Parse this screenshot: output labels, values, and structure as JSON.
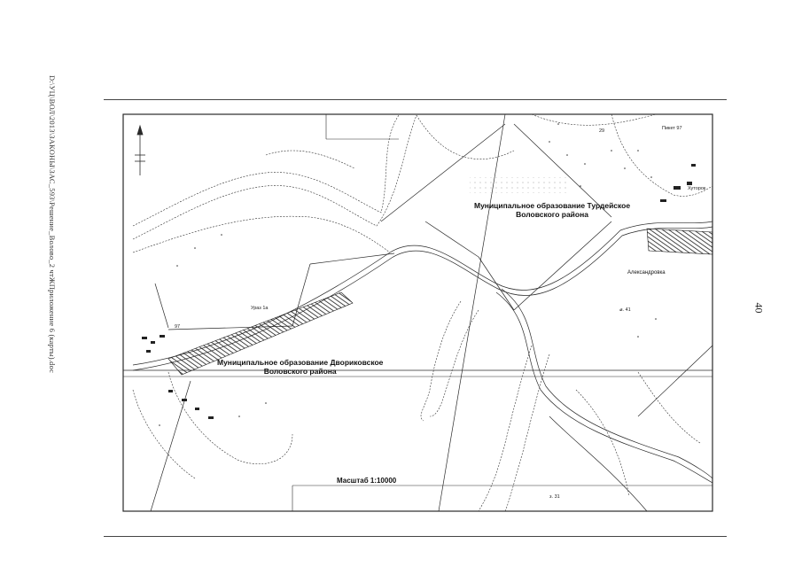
{
  "document": {
    "side_path": "D:\\УЦ\\ВОЛ\\2013\\ЗАКОНЫ\\ЗАС_593\\Решение_Волово_2 чтЖПриложение 6 (карты).doc",
    "page_number": "40"
  },
  "map": {
    "municipality_north": "Муниципальное образование Турдейское\nВоловского района",
    "municipality_south": "Муниципальное образование Двориковское\nВоловского района",
    "village": "Александровка",
    "scale": "Масштаб 1:10000",
    "small_labels": {
      "pikety": "Пикет 97",
      "num_29": "29",
      "hutor": "Хуторок",
      "field": "Ураз 1а",
      "num_41": "з. 41",
      "num_31": "з. 31",
      "num_97": "97"
    },
    "colors": {
      "line": "#2a2a2a",
      "hatch": "#1a1a1a",
      "paper": "#ffffff"
    }
  }
}
